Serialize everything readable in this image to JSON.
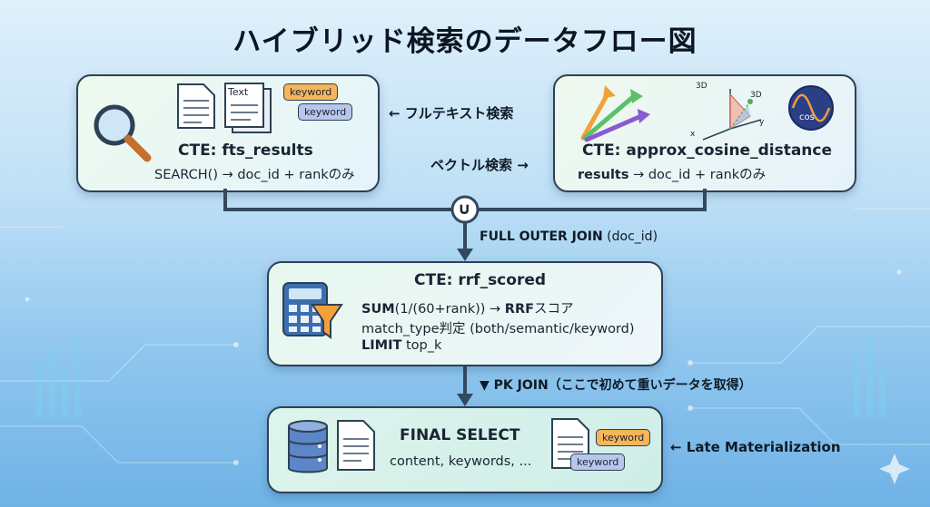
{
  "title": "ハイブリッド検索のデータフロー図",
  "fts": {
    "heading": "CTE: fts_results",
    "line1": "SEARCH() → doc_id + rankのみ",
    "doc_text_label": "Text",
    "chip1": "keyword",
    "chip2": "keyword"
  },
  "vec": {
    "heading": "CTE: approx_cosine_distance",
    "line1_bold": "results",
    "line1_rest": " → doc_id + rankのみ",
    "axis_3d_a": "3D",
    "axis_3d_b": "3D",
    "axis_x": "x",
    "axis_y": "y",
    "cos_label": "cos"
  },
  "annotations": {
    "fulltext": "← フルテキスト検索",
    "vector": "ベクトル検索 →",
    "late": "← Late Materialization"
  },
  "union_symbol": "∪",
  "join1": {
    "bold": "FULL OUTER JOIN",
    "rest": " (doc_id)"
  },
  "rrf": {
    "heading": "CTE: rrf_scored",
    "l1_b1": "SUM",
    "l1_m": "(1/(60+rank)) → ",
    "l1_b2": "RRF",
    "l1_e": "スコア",
    "l2": "match_type判定 (both/semantic/keyword)",
    "l3_b": "LIMIT",
    "l3_r": " top_k"
  },
  "join2": "▼ PK JOIN（ここで初めて重いデータを取得）",
  "final": {
    "heading": "FINAL SELECT",
    "line1": "content, keywords, ...",
    "chip1": "keyword",
    "chip2": "keyword"
  },
  "colors": {
    "arrow": "#34495e",
    "accent_orange": "#f7b55b",
    "accent_blue": "#b8c6ec"
  }
}
